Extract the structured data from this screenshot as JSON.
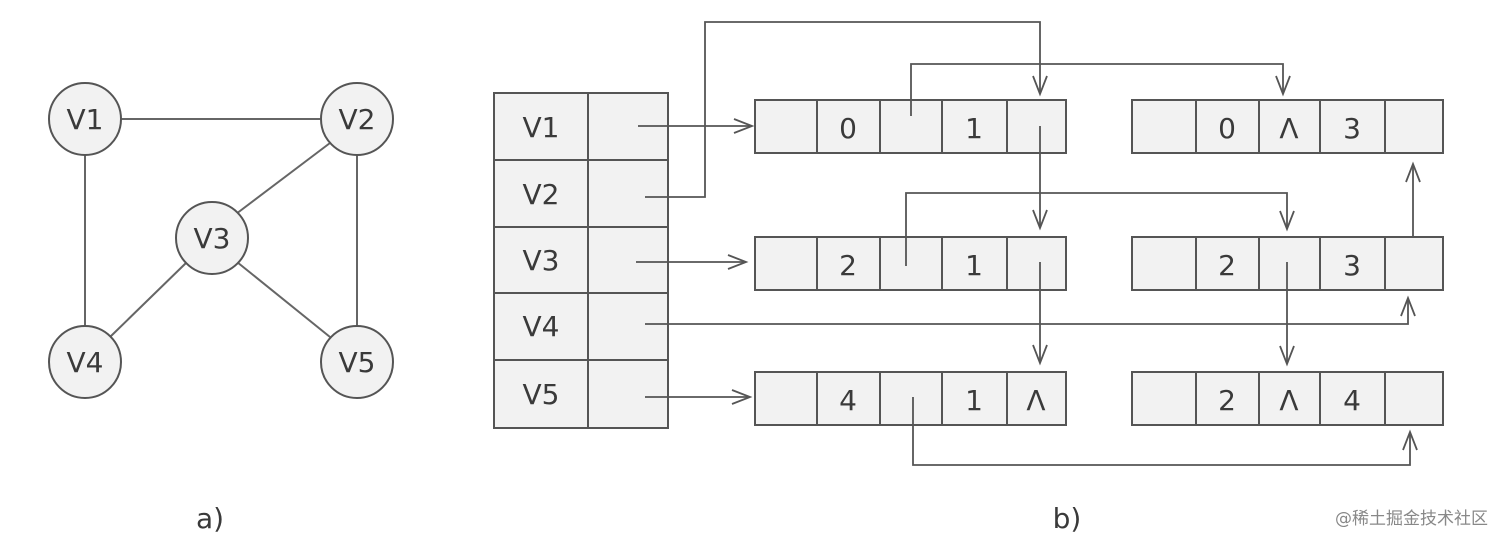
{
  "graph": {
    "nodes": [
      "V1",
      "V2",
      "V3",
      "V4",
      "V5"
    ],
    "edges": [
      [
        "V1",
        "V2"
      ],
      [
        "V1",
        "V4"
      ],
      [
        "V2",
        "V3"
      ],
      [
        "V2",
        "V5"
      ],
      [
        "V3",
        "V4"
      ],
      [
        "V3",
        "V5"
      ]
    ]
  },
  "vertex_table": [
    "V1",
    "V2",
    "V3",
    "V4",
    "V5"
  ],
  "edge_nodes": {
    "e01": {
      "ivex": "0",
      "ilink": "",
      "jvex": "1",
      "jlink": ""
    },
    "e03": {
      "ivex": "0",
      "ilink": "Λ",
      "jvex": "3",
      "jlink": ""
    },
    "e21": {
      "ivex": "2",
      "ilink": "",
      "jvex": "1",
      "jlink": ""
    },
    "e23": {
      "ivex": "2",
      "ilink": "",
      "jvex": "3",
      "jlink": ""
    },
    "e41": {
      "ivex": "4",
      "ilink": "",
      "jvex": "1",
      "jlink": "Λ"
    },
    "e24": {
      "ivex": "2",
      "ilink": "Λ",
      "jvex": "4",
      "jlink": ""
    }
  },
  "captions": {
    "a": "a)",
    "b": "b)"
  },
  "watermark": "@稀土掘金技术社区"
}
